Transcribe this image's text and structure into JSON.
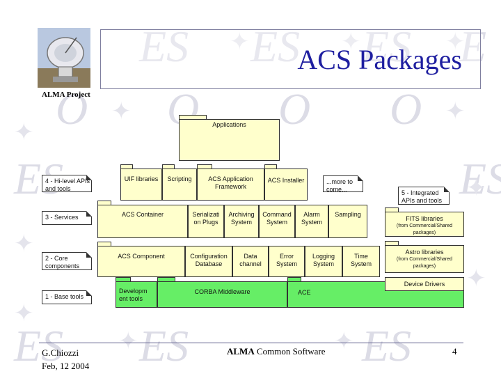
{
  "title": "ALMA Project",
  "slide_title": "ACS Packages",
  "applications": "Applications",
  "layers": {
    "hilevel": "4 - Hi-level APIs and tools",
    "services": "3 - Services",
    "core": "2 - Core components",
    "base": "1 - Base tools",
    "integrated": "5 - Integrated APIs and tools"
  },
  "hilevel_boxes": {
    "uif": "UIF libraries",
    "scripting": "Scripting",
    "acs_app": "ACS Application Framework",
    "installer": "ACS Installer",
    "more": "...more to come..."
  },
  "service_boxes": {
    "container": "ACS Container",
    "serialization": "Serializati on Plugs",
    "archiving": "Archiving System",
    "command": "Command System",
    "alarm": "Alarm System",
    "sampling": "Sampling"
  },
  "core_boxes": {
    "component": "ACS Component",
    "configuration": "Configuration Database",
    "data_channel": "Data channel",
    "error": "Error System",
    "logging": "Logging System",
    "time": "Time System"
  },
  "base_boxes": {
    "devtools": "Developm ent tools",
    "corba": "CORBA Middleware",
    "ace": "ACE"
  },
  "integrated_boxes": {
    "fits": "FITS libraries",
    "fits_note": "(from Commercial/Shared packages)",
    "astro": "Astro libraries",
    "astro_note": "(from Commercial/Shared packages)",
    "device": "Device Drivers"
  },
  "footer": {
    "author": "G.Chiozzi",
    "date": "Feb, 12 2004",
    "alma": "ALMA",
    "software": "Common Software",
    "page": "4"
  },
  "colors": {
    "yellow": "#ffffcc",
    "green": "#66ee66",
    "title": "#1f1fa0"
  }
}
